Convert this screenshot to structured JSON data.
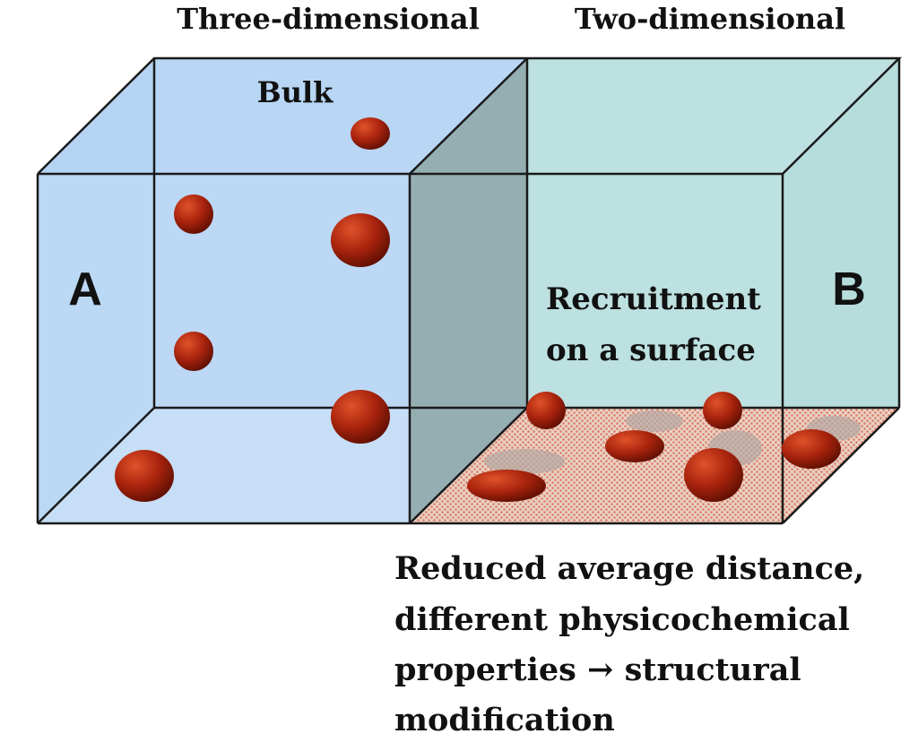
{
  "headers": {
    "left": "Three-dimensional",
    "right": "Two-dimensional"
  },
  "labels": {
    "bulk": "Bulk",
    "panel_a": "A",
    "panel_b": "B",
    "recruitment_line1": "Recruitment",
    "recruitment_line2": "on a surface"
  },
  "caption": {
    "line1": "Reduced average distance,",
    "line2": "different physicochemical",
    "line3": "properties → structural",
    "line4": "modification"
  },
  "colors": {
    "bulk_box": "#bcd8f5",
    "surface_box": "#bde0e0",
    "divider_face": "#93aeb0",
    "floor_pattern": "#e8b7a5",
    "particle": "#a8230d",
    "particle_shadow": "#b8a7a0",
    "edge": "#1a1a1a"
  }
}
